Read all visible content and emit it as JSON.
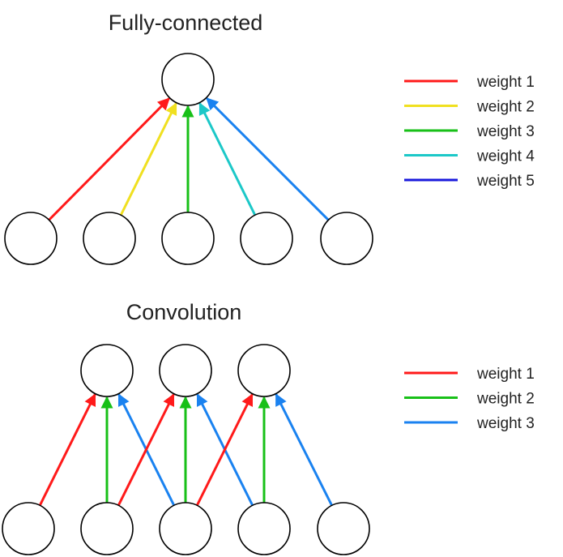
{
  "fc": {
    "title": "Fully-connected",
    "legend": [
      {
        "label": "weight 1",
        "color": "#ff1a1a"
      },
      {
        "label": "weight 2",
        "color": "#f0e020"
      },
      {
        "label": "weight 3",
        "color": "#18c018"
      },
      {
        "label": "weight 4",
        "color": "#1cc8c8"
      },
      {
        "label": "weight 5",
        "color": "#1a1adc"
      }
    ],
    "edges": [
      {
        "from": 0,
        "to": 0,
        "color": "#ff1a1a"
      },
      {
        "from": 1,
        "to": 0,
        "color": "#f0e020"
      },
      {
        "from": 2,
        "to": 0,
        "color": "#18c018"
      },
      {
        "from": 3,
        "to": 0,
        "color": "#1cc8c8"
      },
      {
        "from": 4,
        "to": 0,
        "color": "#1a82f0"
      }
    ]
  },
  "conv": {
    "title": "Convolution",
    "legend": [
      {
        "label": "weight 1",
        "color": "#ff1a1a"
      },
      {
        "label": "weight 2",
        "color": "#18c018"
      },
      {
        "label": "weight 3",
        "color": "#1a82f0"
      }
    ],
    "edges": [
      {
        "from": 0,
        "to": 0,
        "color": "#ff1a1a"
      },
      {
        "from": 1,
        "to": 0,
        "color": "#18c018"
      },
      {
        "from": 2,
        "to": 0,
        "color": "#1a82f0"
      },
      {
        "from": 1,
        "to": 1,
        "color": "#ff1a1a"
      },
      {
        "from": 2,
        "to": 1,
        "color": "#18c018"
      },
      {
        "from": 3,
        "to": 1,
        "color": "#1a82f0"
      },
      {
        "from": 2,
        "to": 2,
        "color": "#ff1a1a"
      },
      {
        "from": 3,
        "to": 2,
        "color": "#18c018"
      },
      {
        "from": 4,
        "to": 2,
        "color": "#1a82f0"
      }
    ]
  }
}
